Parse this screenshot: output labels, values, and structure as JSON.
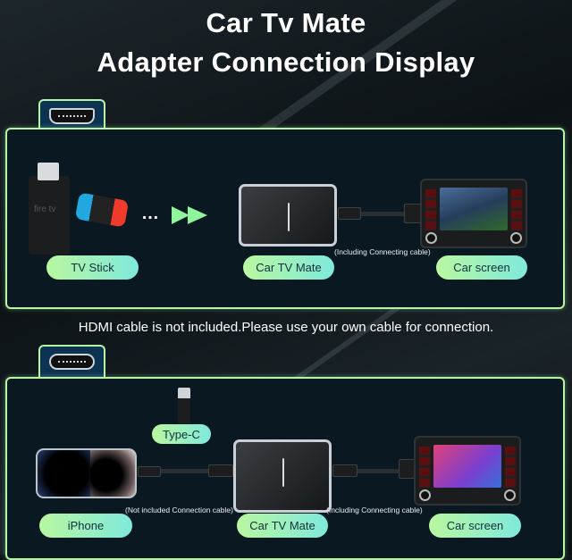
{
  "title": {
    "line1": "Car Tv Mate",
    "line2": "Adapter Connection Display"
  },
  "panel_hdmi": {
    "port_icon": "hdmi-port-icon",
    "labels": {
      "source": "TV Stick",
      "adapter": "Car TV Mate",
      "display": "Car screen"
    },
    "caption_right": "(Including Connecting cable)",
    "stick_brand": "fire tv",
    "ellipsis": "…",
    "arrow_icon": "double-arrow-right-icon"
  },
  "notice": "HDMI cable is not included.Please use your own cable for connection.",
  "panel_usbc": {
    "port_icon": "usb-c-port-icon",
    "labels": {
      "connector": "Type-C",
      "source": "iPhone",
      "adapter": "Car TV Mate",
      "display": "Car screen"
    },
    "caption_left": "(Not included Connection cable)",
    "caption_right": "(Including Connecting cable)"
  },
  "colors": {
    "accent_start": "#b9f7a0",
    "accent_end": "#7fe9dc",
    "panel": "#0a1822"
  }
}
